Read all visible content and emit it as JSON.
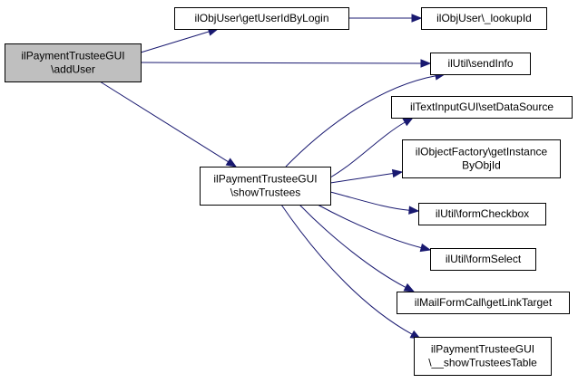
{
  "colors": {
    "edge": "#191970",
    "node_border": "#000000",
    "node_fill": "#ffffff",
    "current_node_fill": "#bfbfbf"
  },
  "nodes": [
    {
      "id": "addUser",
      "lines": [
        "ilPaymentTrusteeGUI",
        "\\addUser"
      ],
      "current": true
    },
    {
      "id": "getUserIdByLogin",
      "lines": [
        "ilObjUser\\getUserIdByLogin"
      ]
    },
    {
      "id": "lookupId",
      "lines": [
        "ilObjUser\\_lookupId"
      ]
    },
    {
      "id": "sendInfo",
      "lines": [
        "ilUtil\\sendInfo"
      ]
    },
    {
      "id": "showTrustees",
      "lines": [
        "ilPaymentTrusteeGUI",
        "\\showTrustees"
      ]
    },
    {
      "id": "setDataSource",
      "lines": [
        "ilTextInputGUI\\setDataSource"
      ]
    },
    {
      "id": "getInstanceByObjId",
      "lines": [
        "ilObjectFactory\\getInstance",
        "ByObjId"
      ]
    },
    {
      "id": "formCheckbox",
      "lines": [
        "ilUtil\\formCheckbox"
      ]
    },
    {
      "id": "formSelect",
      "lines": [
        "ilUtil\\formSelect"
      ]
    },
    {
      "id": "getLinkTarget",
      "lines": [
        "ilMailFormCall\\getLinkTarget"
      ]
    },
    {
      "id": "showTrusteesTable",
      "lines": [
        "ilPaymentTrusteeGUI",
        "\\__showTrusteesTable"
      ]
    }
  ],
  "edges": [
    {
      "from": "addUser",
      "to": "getUserIdByLogin"
    },
    {
      "from": "addUser",
      "to": "sendInfo"
    },
    {
      "from": "addUser",
      "to": "showTrustees"
    },
    {
      "from": "getUserIdByLogin",
      "to": "lookupId"
    },
    {
      "from": "showTrustees",
      "to": "sendInfo"
    },
    {
      "from": "showTrustees",
      "to": "setDataSource"
    },
    {
      "from": "showTrustees",
      "to": "getInstanceByObjId"
    },
    {
      "from": "showTrustees",
      "to": "formCheckbox"
    },
    {
      "from": "showTrustees",
      "to": "formSelect"
    },
    {
      "from": "showTrustees",
      "to": "getLinkTarget"
    },
    {
      "from": "showTrustees",
      "to": "showTrusteesTable"
    }
  ]
}
